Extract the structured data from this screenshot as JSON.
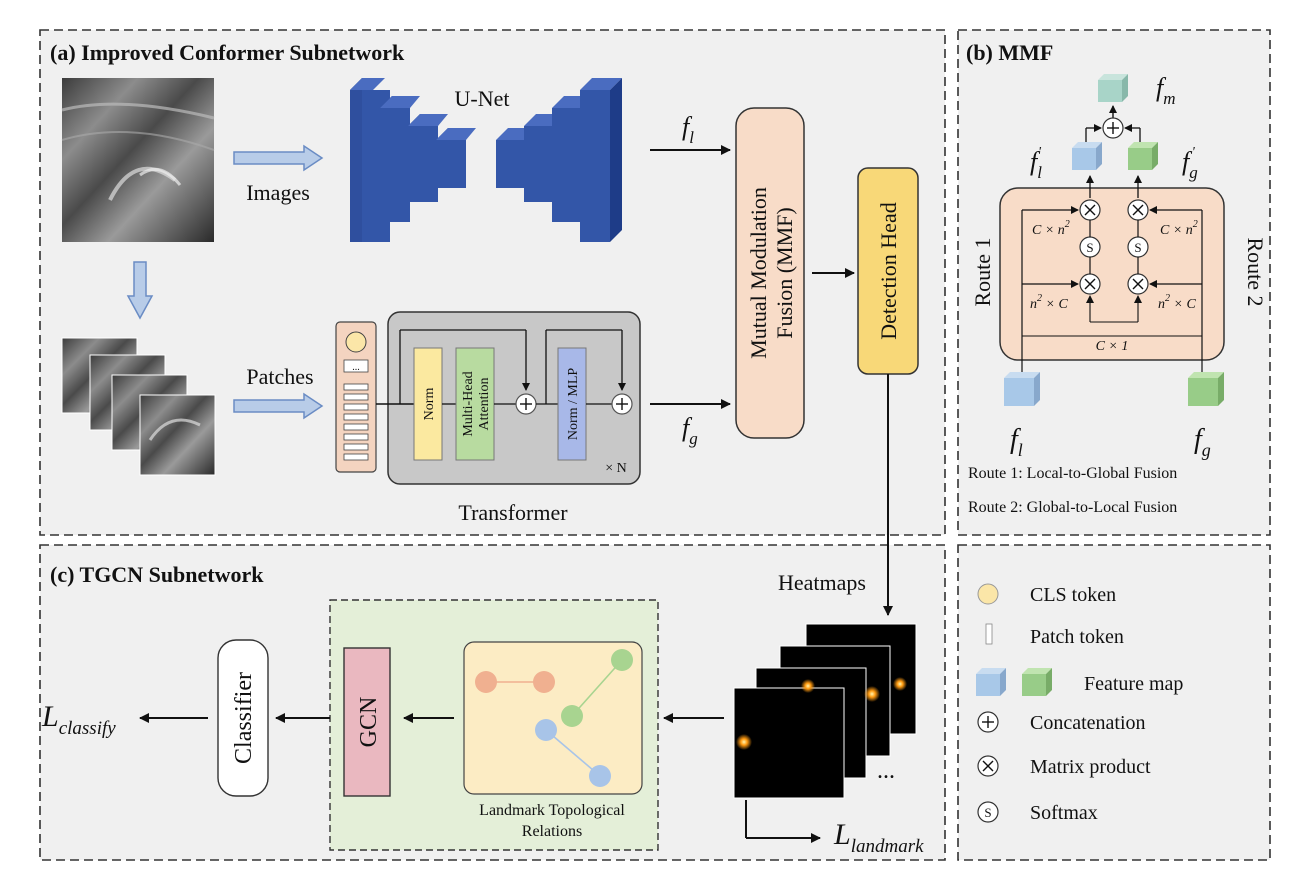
{
  "panels": {
    "a_title": "(a) Improved Conformer Subnetwork",
    "b_title": "(b) MMF",
    "c_title": "(c) TGCN Subnetwork"
  },
  "panel_a": {
    "unet_label": "U-Net",
    "images_label": "Images",
    "patches_label": "Patches",
    "norm_label": "Norm",
    "mha_label_1": "Multi-Head",
    "mha_label_2": "Attention",
    "norm_mlp_label": "Norm / MLP",
    "repeat_label": "× N",
    "transformer_label": "Transformer",
    "fl_base": "f",
    "fl_sub": "l",
    "fg_base": "f",
    "fg_sub": "g",
    "mmf_line1": "Mutual Modulation",
    "mmf_line2": "Fusion (MMF)",
    "detection_head": "Detection Head",
    "dots": "..."
  },
  "panel_b": {
    "fm_base": "f",
    "fm_sub": "m",
    "fl_prime_base": "f",
    "fl_prime_sub": "l",
    "fg_prime_base": "f",
    "fg_prime_sub": "g",
    "prime": "'",
    "route1": "Route 1",
    "route2": "Route 2",
    "c_n2": "C × n",
    "n2_c": "n",
    "c_1": "C × 1",
    "sq": "2",
    "times_c": " × C",
    "fl_bottom_base": "f",
    "fl_bottom_sub": "l",
    "fg_bottom_base": "f",
    "fg_bottom_sub": "g",
    "route1_desc": "Route 1: Local-to-Global Fusion",
    "route2_desc": "Route 2: Global-to-Local Fusion",
    "softmax_symbol": "S"
  },
  "panel_c": {
    "heatmaps_label": "Heatmaps",
    "classifier_label": "Classifier",
    "gcn_label": "GCN",
    "topo_line1": "Landmark Topological",
    "topo_line2": "Relations",
    "l_classify_base": "L",
    "l_classify_sub": "classify",
    "l_landmark_base": "L",
    "l_landmark_sub": "landmark",
    "ellipsis": "..."
  },
  "legend": {
    "items": [
      {
        "label": "CLS token"
      },
      {
        "label": "Patch token"
      },
      {
        "label": "Feature map"
      },
      {
        "label": "Concatenation"
      },
      {
        "label": "Matrix product"
      },
      {
        "label": "Softmax"
      }
    ]
  },
  "colors": {
    "unet_blue": "#2f4f9e",
    "arrow_blue": "#7f9fd0",
    "mmf_fill": "#f8dcc8",
    "detection_fill": "#f8d878",
    "norm_fill": "#fbe9a0",
    "mha_fill": "#b8dba0",
    "mlp_fill": "#a8b8e8",
    "gcn_fill": "#eab8c0",
    "topo_fill": "#fcecc4",
    "topo_panel_fill": "#e4efd8",
    "cube_blue": "#a8c8e8",
    "cube_green": "#98cc88",
    "cube_teal": "#a8d4c8",
    "node_orange": "#f0b090",
    "node_green": "#a8d490",
    "node_blue": "#a8c4e8"
  }
}
